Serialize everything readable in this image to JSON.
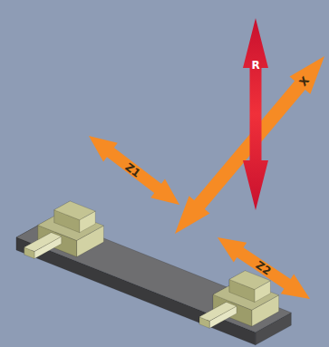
{
  "diagram": {
    "labels": [
      "R",
      "X",
      "Z1",
      "Z2"
    ]
  }
}
